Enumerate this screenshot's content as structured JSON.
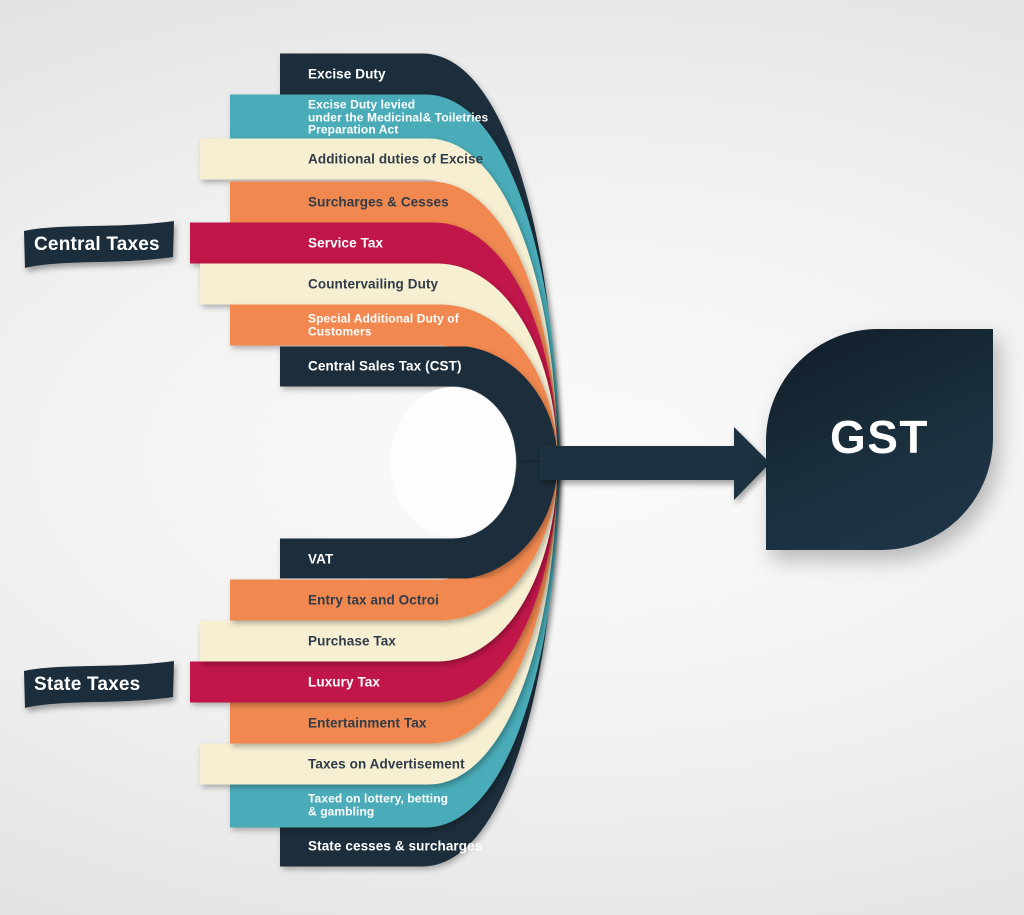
{
  "palette": {
    "navy": "#1c2e3b",
    "teal": "#4aacb8",
    "cream": "#f6efd2",
    "orange": "#f08850",
    "crimson": "#c01349",
    "arrow": "#1d3140",
    "inner_blob": "#fdfdfd",
    "label_light": "#ffffff",
    "label_dark": "#303c49",
    "background": "#e9e9e9"
  },
  "central": {
    "label": "Central Taxes",
    "items": [
      {
        "text": "Excise Duty",
        "band": "navy",
        "tone": "light"
      },
      {
        "text": "Excise Duty levied\nunder the Medicinal& Toiletries\nPreparation Act",
        "band": "teal",
        "tone": "light"
      },
      {
        "text": "Additional duties of Excise",
        "band": "cream",
        "tone": "dark"
      },
      {
        "text": "Surcharges & Cesses",
        "band": "orange",
        "tone": "dark"
      },
      {
        "text": "Service Tax",
        "band": "crimson",
        "tone": "light"
      },
      {
        "text": "Countervailing Duty",
        "band": "cream",
        "tone": "dark"
      },
      {
        "text": "Special Additional Duty of\nCustomers",
        "band": "orange",
        "tone": "light"
      },
      {
        "text": "Central Sales Tax (CST)",
        "band": "navy",
        "tone": "light"
      }
    ]
  },
  "state": {
    "label": "State Taxes",
    "items": [
      {
        "text": "VAT",
        "band": "navy",
        "tone": "light"
      },
      {
        "text": "Entry tax and Octroi",
        "band": "orange",
        "tone": "dark"
      },
      {
        "text": "Purchase Tax",
        "band": "cream",
        "tone": "dark"
      },
      {
        "text": "Luxury Tax",
        "band": "crimson",
        "tone": "light"
      },
      {
        "text": "Entertainment Tax",
        "band": "orange",
        "tone": "dark"
      },
      {
        "text": "Taxes on Advertisement",
        "band": "cream",
        "tone": "dark"
      },
      {
        "text": "Taxed on lottery, betting\n& gambling",
        "band": "teal",
        "tone": "light"
      },
      {
        "text": "State cesses & surcharges",
        "band": "navy",
        "tone": "light"
      }
    ]
  },
  "gst_label": "GST"
}
